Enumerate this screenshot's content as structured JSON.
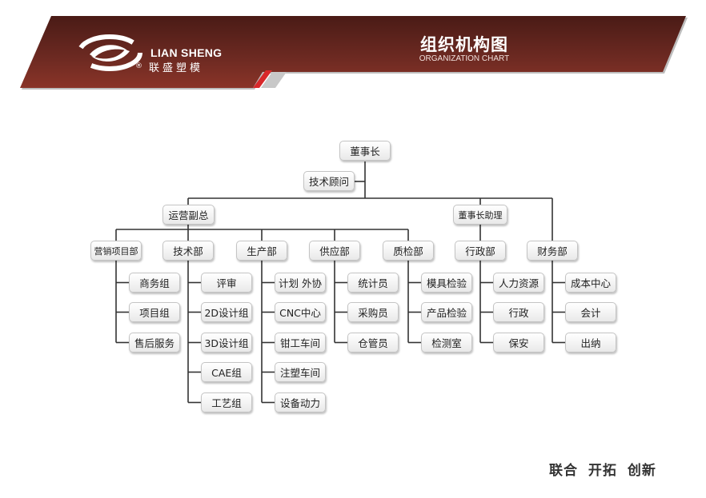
{
  "header": {
    "logo_en": "LIAN SHENG",
    "logo_cn": "联盛塑模",
    "logo_registered": "®",
    "title_cn": "组织机构图",
    "title_en": "ORGANIZATION CHART",
    "brand_color": "#7a2a22"
  },
  "chart": {
    "root": "董事长",
    "advisor": "技术顾问",
    "vp": "运营副总",
    "assistant": "董事长助理",
    "departments": [
      {
        "name": "营销项目部",
        "children": [
          "商务组",
          "项目组",
          "售后服务"
        ]
      },
      {
        "name": "技术部",
        "children": [
          "评审",
          "2D设计组",
          "3D设计组",
          "CAE组",
          "工艺组"
        ]
      },
      {
        "name": "生产部",
        "children": [
          "计划 外协",
          "CNC中心",
          "钳工车间",
          "注塑车间",
          "设备动力"
        ]
      },
      {
        "name": "供应部",
        "children": [
          "统计员",
          "采购员",
          "仓管员"
        ]
      },
      {
        "name": "质检部",
        "children": [
          "模具检验",
          "产品检验",
          "检测室"
        ]
      },
      {
        "name": "行政部",
        "children": [
          "人力资源",
          "行政",
          "保安"
        ]
      },
      {
        "name": "财务部",
        "children": [
          "成本中心",
          "会计",
          "出纳"
        ]
      }
    ]
  },
  "footer": {
    "slogan": "联合 开拓 创新"
  }
}
